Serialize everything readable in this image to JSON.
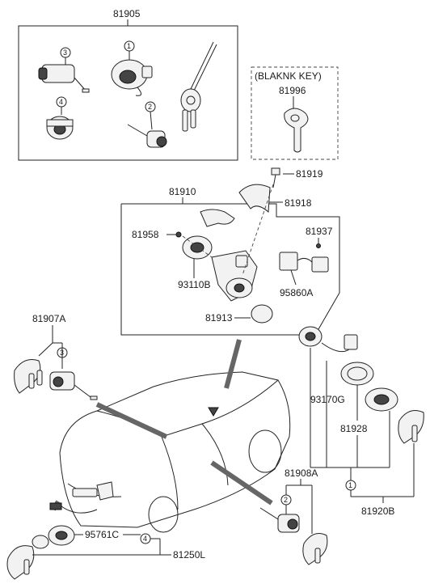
{
  "diagram": {
    "labels": {
      "p81905": "81905",
      "p81996_header": "(BLAKNK KEY)",
      "p81996": "81996",
      "p81919": "81919",
      "p81910": "81910",
      "p81918": "81918",
      "p81958": "81958",
      "p81937": "81937",
      "p93110B": "93110B",
      "p95860A": "95860A",
      "p81913": "81913",
      "p81907A": "81907A",
      "p93170G": "93170G",
      "p81928": "81928",
      "p81908A": "81908A",
      "p81920B": "81920B",
      "p95761C": "95761C",
      "p81250L": "81250L"
    },
    "callouts": {
      "c1": "1",
      "c2": "2",
      "c3": "3",
      "c4": "4"
    }
  }
}
